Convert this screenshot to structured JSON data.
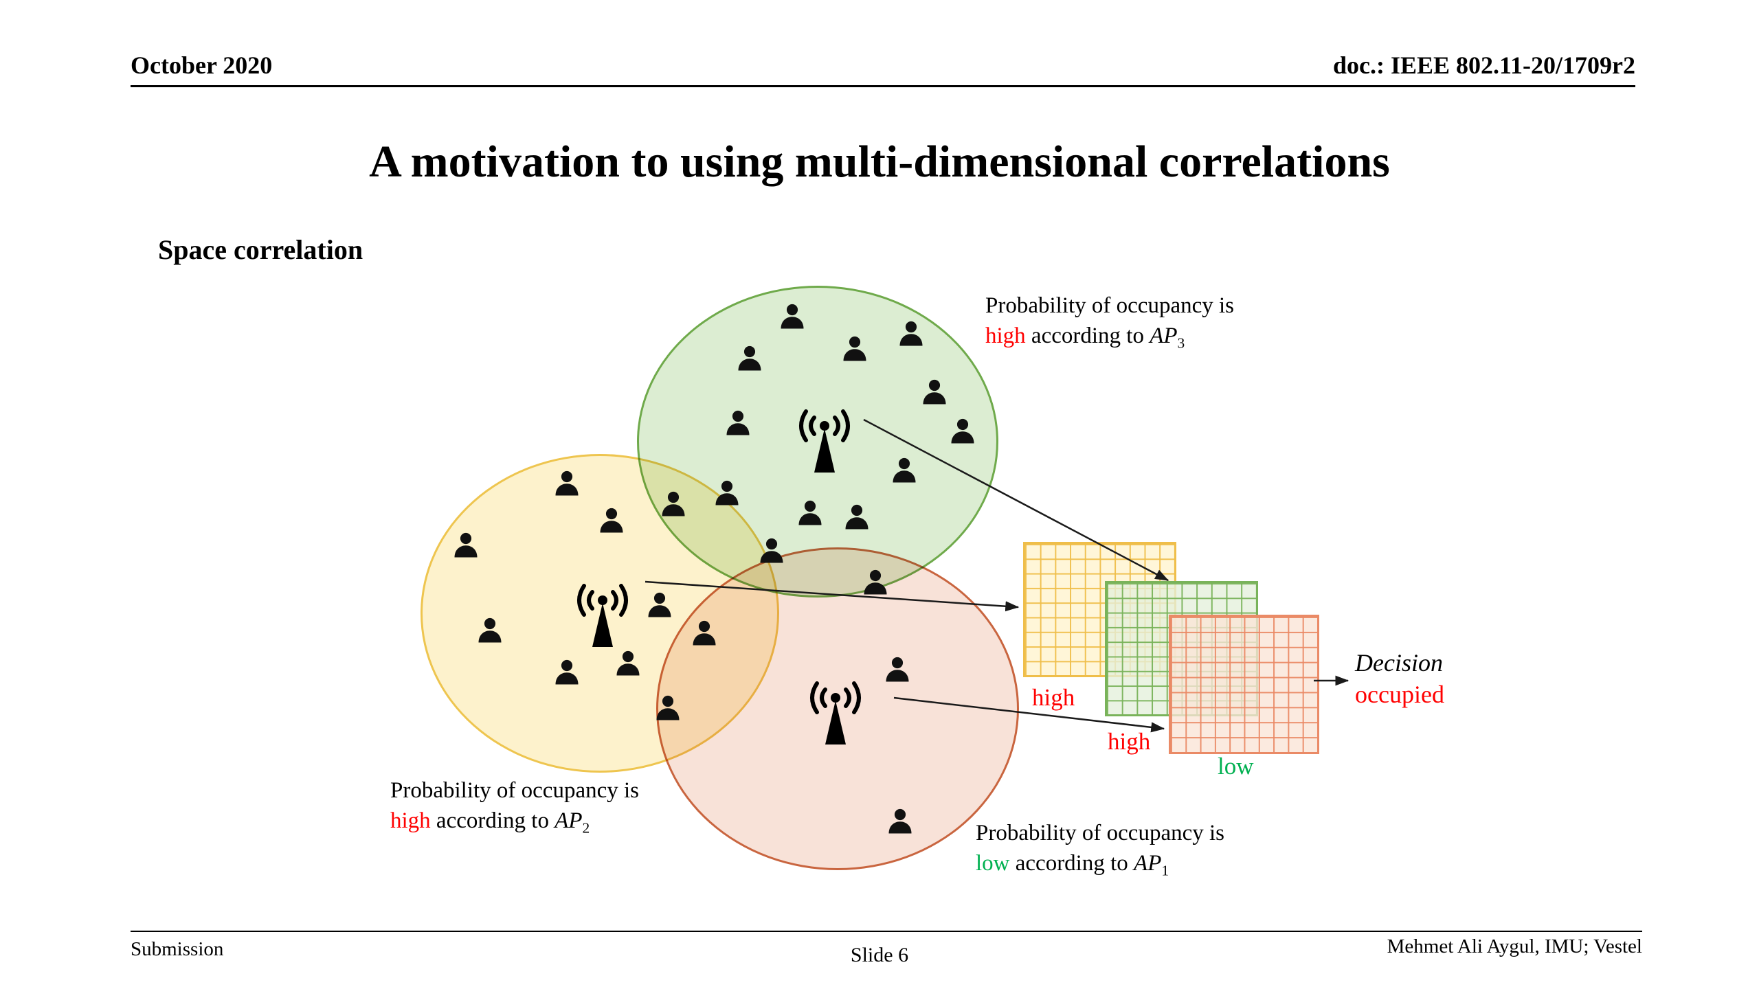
{
  "header": {
    "date": "October 2020",
    "doc_number": "doc.: IEEE 802.11-20/1709r2"
  },
  "title": "A motivation to using multi-dimensional correlations",
  "subtitle": "Space correlation",
  "ap_labels": {
    "ap3": {
      "line1": "Probability of occupancy is",
      "highlight": "high",
      "middle": " according to ",
      "ap_name": "AP",
      "ap_sub": "3",
      "highlight_color": "#FF0000"
    },
    "ap2": {
      "line1": "Probability of occupancy is",
      "highlight": "high",
      "middle": " according to ",
      "ap_name": "AP",
      "ap_sub": "2",
      "highlight_color": "#FF0000"
    },
    "ap1": {
      "line1": "Probability of occupancy is",
      "highlight": "low",
      "middle": " according to ",
      "ap_name": "AP",
      "ap_sub": "1",
      "highlight_color": "#00B050"
    }
  },
  "grid_labels": {
    "yellow": "high",
    "green": "high",
    "red": "low",
    "high_color": "#FF0000",
    "low_color": "#00B050"
  },
  "decision": {
    "title": "Decision",
    "result": "occupied",
    "result_color": "#FF0000"
  },
  "footer": {
    "left": "Submission",
    "center": "Slide 6",
    "right": "Mehmet Ali Aygul, IMU; Vestel"
  },
  "colors": {
    "ap3_circle_fill": "#dcedd2",
    "ap3_circle_border": "#6faa4b",
    "ap2_circle_fill": "#fdf2cc",
    "ap2_circle_border": "#eec54f",
    "ap1_circle_fill": "#f8e2d8",
    "ap1_circle_border": "#c9653f",
    "yellow_grid_line": "#efbe4a",
    "green_grid_line": "#79b35a",
    "red_grid_line": "#ea8a66"
  },
  "icons": {
    "person_icon": "black user silhouette (head and shoulders)",
    "antenna_icon": "black access-point antenna with radiating wifi arcs",
    "arrow_icon": "thin black straight arrow"
  }
}
